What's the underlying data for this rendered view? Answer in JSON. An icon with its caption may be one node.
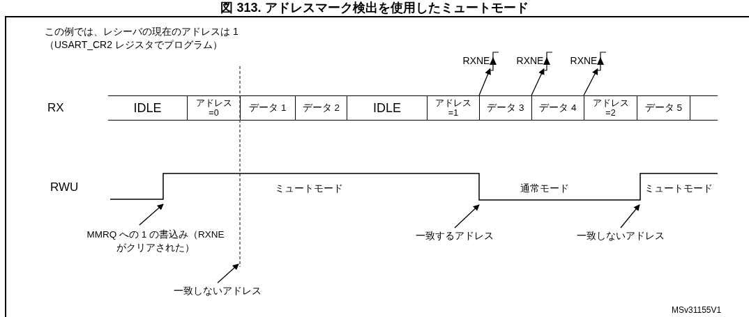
{
  "diagram": {
    "title": "図 313. アドレスマーク検出を使用したミュートモード",
    "nodes": [
      {
        "text": [
          "IDLE"
        ]
      },
      {
        "text": [
          "アドレス =0"
        ]
      },
      {
        "text": [
          "データ 1"
        ]
      },
      {
        "text": [
          "データ 2"
        ]
      },
      {
        "text": [
          "IDLE"
        ]
      },
      {
        "text": [
          "アドレス =1"
        ]
      },
      {
        "text": [
          "データ 3"
        ]
      },
      {
        "text": [
          "データ 4"
        ]
      },
      {
        "text": [
          "アドレス =2"
        ]
      },
      {
        "text": [
          "データ 5"
        ]
      },
      {
        "text": [],
        "shape": "box"
      },
      {
        "text": [
          "RXNE"
        ]
      },
      {
        "text": [
          "RXNE"
        ]
      },
      {
        "text": [
          "RXNE"
        ]
      },
      {
        "text": [
          "MMRQ への 1 の書込み（RXNE がクリアされた）"
        ]
      },
      {
        "text": [
          "一致しないアドレス"
        ]
      },
      {
        "text": [
          "一致するアドレス"
        ]
      },
      {
        "text": [
          "一致しないアドレス"
        ]
      },
      {
        "text": [],
        "shape": "line"
      },
      {
        "text": [],
        "shape": "waveform"
      }
    ],
    "edges": [
      {
        "from": 5,
        "to": 11,
        "arrow": "to"
      },
      {
        "from": 6,
        "to": 12,
        "arrow": "to"
      },
      {
        "from": 7,
        "to": 13,
        "arrow": "to"
      },
      {
        "from": 14,
        "to": 19,
        "arrow": "to"
      },
      {
        "from": 15,
        "to": 18,
        "arrow": "to"
      },
      {
        "from": 16,
        "to": 19,
        "arrow": "to"
      },
      {
        "from": 17,
        "to": 19,
        "arrow": "to"
      }
    ],
    "labels": [
      "この例では、レシーバの現在のアドレスは 1（USART_CR2 レジスタでプログラム）",
      "RX",
      "RWU",
      "ミュートモード",
      "通常モード",
      "ミュートモード",
      "MSv31155V1"
    ]
  }
}
